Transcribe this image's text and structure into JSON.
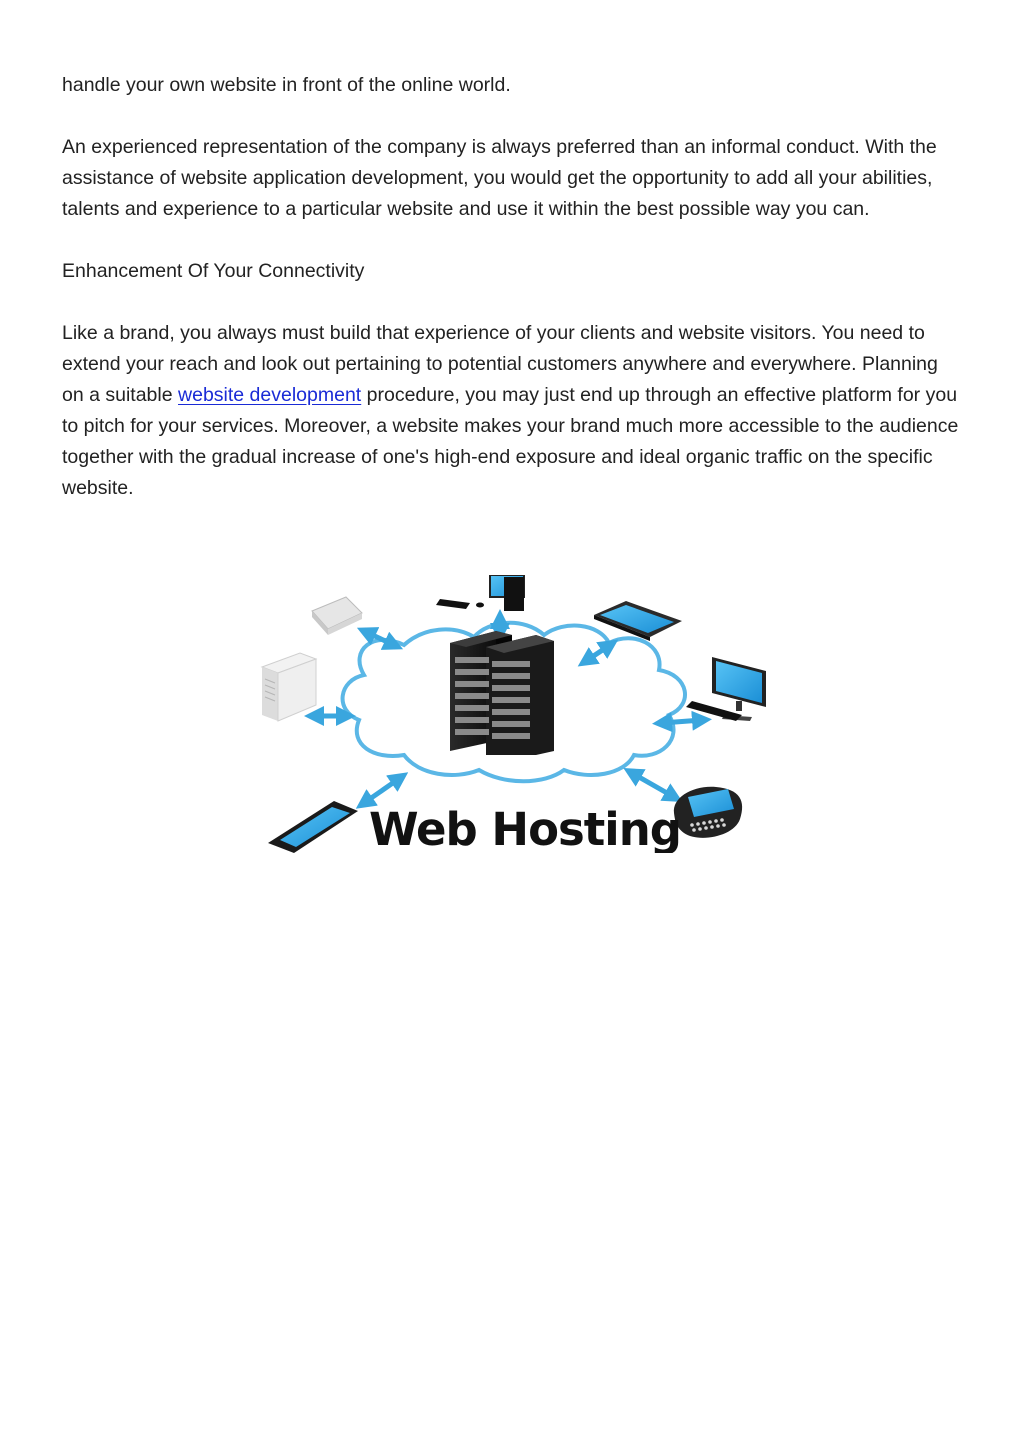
{
  "paragraphs": {
    "p1": "handle your own website in front of the online world.",
    "p2": "An experienced representation of the company is always preferred than an informal conduct. With the assistance of website application development, you would get the opportunity to add all your abilities, talents and experience to a particular website and use it within the best possible way you can.",
    "heading": "Enhancement Of Your Connectivity",
    "p3_before": "Like a brand, you always must build that experience of your clients and website visitors. You need to extend your reach and look out pertaining to potential customers anywhere and everywhere. Planning on a suitable ",
    "p3_link": "website development",
    "p3_after": " procedure, you may just end up through an effective platform for you to pitch for your services. Moreover, a website makes your brand much more accessible to the audience together with the gradual increase of one's high-end exposure and ideal organic traffic on the specific website."
  },
  "figure": {
    "caption_text": "Web Hosting"
  },
  "colors": {
    "link": "#1a2bd6",
    "cloud_outline": "#5bb7e6",
    "arrow": "#3aa6de",
    "screen_blue": "#2aa0e8"
  }
}
